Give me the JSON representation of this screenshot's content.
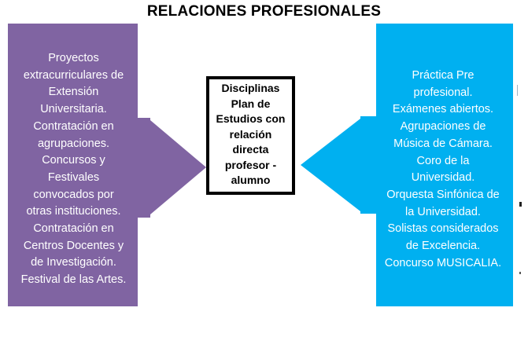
{
  "title": "RELACIONES PROFESIONALES",
  "left_panel": {
    "text": "Proyectos\nextracurriculares de\nExtensión\nUniversitaria.\nContratación en\nagrupaciones.\nConcursos y\nFestivales\nconvocados por\notras instituciones.\nContratación en\nCentros Docentes y\nde Investigación.\nFestival de las Artes.",
    "color": "#8064a2"
  },
  "center_box": {
    "text": "Disciplinas\nPlan de\nEstudios con\nrelación\ndirecta\nprofesor -\nalumno"
  },
  "right_panel": {
    "text": "Práctica Pre\nprofesional.\nExámenes abiertos.\nAgrupaciones de\nMúsica de Cámara.\nCoro de la\nUniversidad.\nOrquesta Sinfónica de\nla Universidad.\nSolistas considerados\nde Excelencia.\nConcurso MUSICALIA.",
    "color": "#00b0f0"
  }
}
